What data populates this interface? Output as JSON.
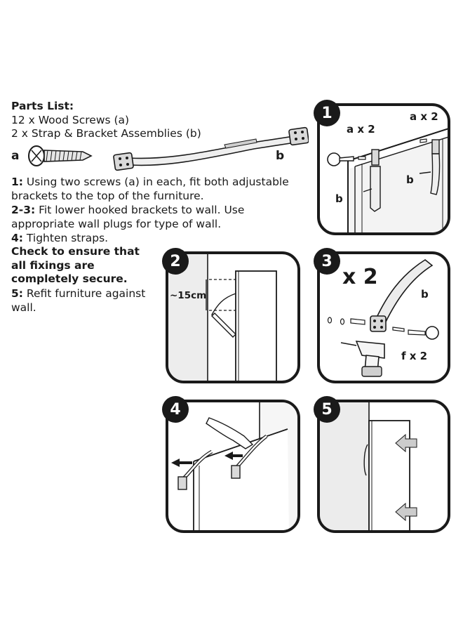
{
  "parts_list": {
    "title": "Parts List:",
    "item1": "12 x Wood Screws (a)",
    "item2": "2 x Strap & Bracket Assemblies (b)",
    "label_a": "a",
    "label_b": "b"
  },
  "instructions": {
    "step1_num": "1:",
    "step1_text": " Using two screws (a) in each, fit both adjustable brackets to the top of the furniture.",
    "step23_num": "2-3:",
    "step23_text": " Fit lower hooked brackets to wall. Use appropriate wall plugs for type of wall.",
    "step4_num": "4:",
    "step4_text": " Tighten straps.",
    "check": "Check to ensure that all fixings are completely secure.",
    "step5_num": "5:",
    "step5_text": " Refit furniture against wall."
  },
  "panels": {
    "p1": {
      "number": "1",
      "label_ax2_left": "a x 2",
      "label_ax2_right": "a x 2",
      "label_b1": "b",
      "label_b2": "b"
    },
    "p2": {
      "number": "2",
      "measure": "~15cm"
    },
    "p3": {
      "number": "3",
      "multiplier": "x 2",
      "label_b": "b",
      "label_fx2": "f x 2"
    },
    "p4": {
      "number": "4"
    },
    "p5": {
      "number": "5"
    }
  }
}
